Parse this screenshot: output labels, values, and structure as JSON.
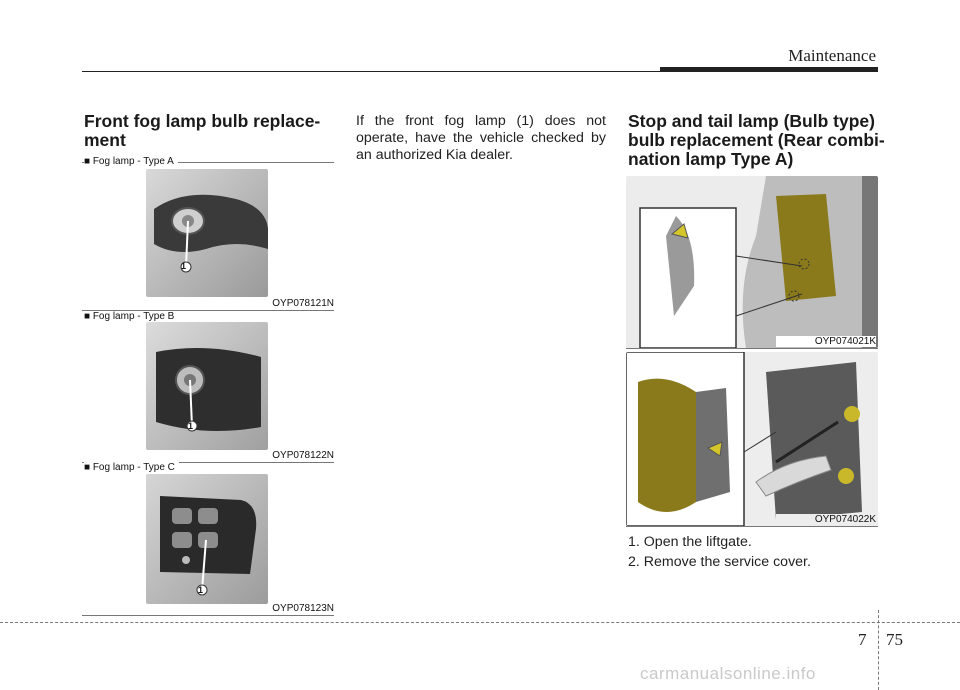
{
  "header": {
    "section": "Maintenance"
  },
  "left": {
    "heading": "Front fog lamp bulb replace-\nment",
    "figures": [
      {
        "label": "■ Fog lamp - Type A",
        "code": "OYP078121N",
        "callout": "1"
      },
      {
        "label": "■ Fog lamp - Type B",
        "code": "OYP078122N",
        "callout": "1"
      },
      {
        "label": "■ Fog lamp - Type C",
        "code": "OYP078123N",
        "callout": "1"
      }
    ]
  },
  "middle": {
    "paragraph": "If the front fog lamp (1) does not operate, have the vehicle checked by an authorized Kia dealer."
  },
  "right": {
    "heading": "Stop and tail lamp (Bulb type)\nbulb replacement (Rear combi-\nnation lamp Type A)",
    "figures": [
      {
        "code": "OYP074021K"
      },
      {
        "code": "OYP074022K"
      }
    ],
    "steps": [
      "1. Open the liftgate.",
      "2. Remove the service cover."
    ]
  },
  "footer": {
    "chapter": "7",
    "page": "75",
    "watermark": "carmanualsonline.info"
  },
  "colors": {
    "lamp_housing": "#8a7a1c",
    "rule": "#222222"
  }
}
